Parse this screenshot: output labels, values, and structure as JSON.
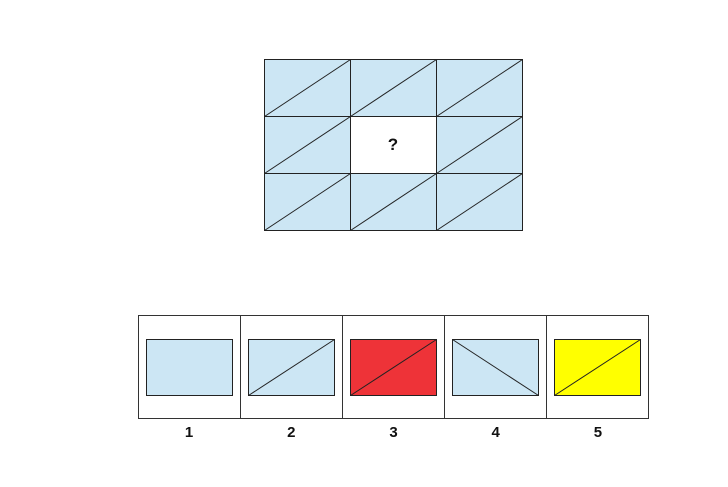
{
  "colors": {
    "blue": "#cce6f4",
    "red": "#ee3338",
    "yellow": "#ffff00",
    "stroke": "#222222",
    "empty": "#ffffff"
  },
  "matrix": {
    "rows": 3,
    "cols": 3,
    "missing_text": "?",
    "cells": [
      {
        "fill": "blue",
        "diagonal": "up"
      },
      {
        "fill": "blue",
        "diagonal": "up"
      },
      {
        "fill": "blue",
        "diagonal": "up"
      },
      {
        "fill": "blue",
        "diagonal": "up"
      },
      {
        "fill": "empty",
        "diagonal": "none",
        "missing": true
      },
      {
        "fill": "blue",
        "diagonal": "up"
      },
      {
        "fill": "blue",
        "diagonal": "up"
      },
      {
        "fill": "blue",
        "diagonal": "up"
      },
      {
        "fill": "blue",
        "diagonal": "up"
      }
    ]
  },
  "options": [
    {
      "label": "1",
      "fill": "blue",
      "diagonal": "none"
    },
    {
      "label": "2",
      "fill": "blue",
      "diagonal": "up"
    },
    {
      "label": "3",
      "fill": "red",
      "diagonal": "up"
    },
    {
      "label": "4",
      "fill": "blue",
      "diagonal": "down"
    },
    {
      "label": "5",
      "fill": "yellow",
      "diagonal": "up"
    }
  ]
}
